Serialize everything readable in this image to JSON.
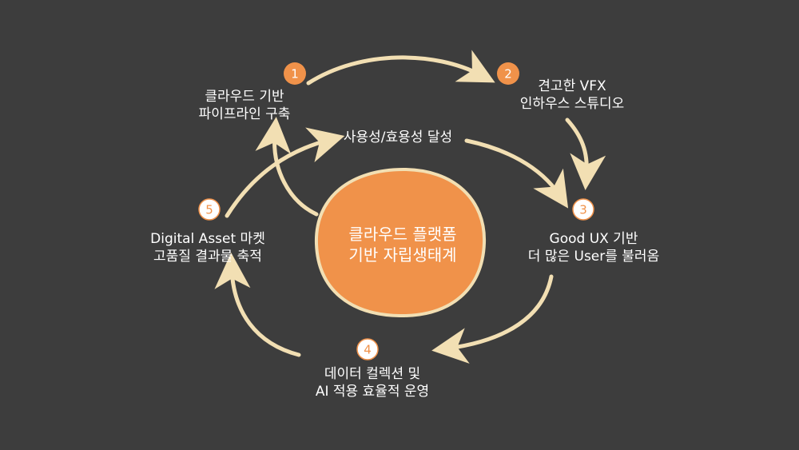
{
  "colors": {
    "background": "#3d3d3d",
    "arrow": "#f2dfb3",
    "accent": "#f0924a",
    "text": "#ffffff"
  },
  "center": {
    "line1": "클라우드 플랫폼",
    "line2": "기반 자립생태계"
  },
  "top_label": "사용성/효용성 달성",
  "steps": [
    {
      "number": "1",
      "line1": "클라우드 기반",
      "line2": "파이프라인 구축",
      "filled": true
    },
    {
      "number": "2",
      "line1": "견고한 VFX",
      "line2": "인하우스 스튜디오",
      "filled": true
    },
    {
      "number": "3",
      "line1": "Good UX 기반",
      "line2": "더 많은 User를 불러옴",
      "filled": false
    },
    {
      "number": "4",
      "line1": "데이터 컬렉션 및",
      "line2": "AI 적용 효율적 운영",
      "filled": false
    },
    {
      "number": "5",
      "line1": "Digital Asset 마켓",
      "line2": "고품질 결과물 축적",
      "filled": false
    }
  ]
}
